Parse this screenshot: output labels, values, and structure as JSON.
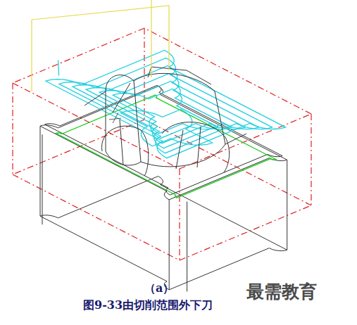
{
  "diagram": {
    "caption": "图9-33由切削范围外下刀",
    "labels": [
      "（a）",
      "最需教育"
    ]
  }
}
